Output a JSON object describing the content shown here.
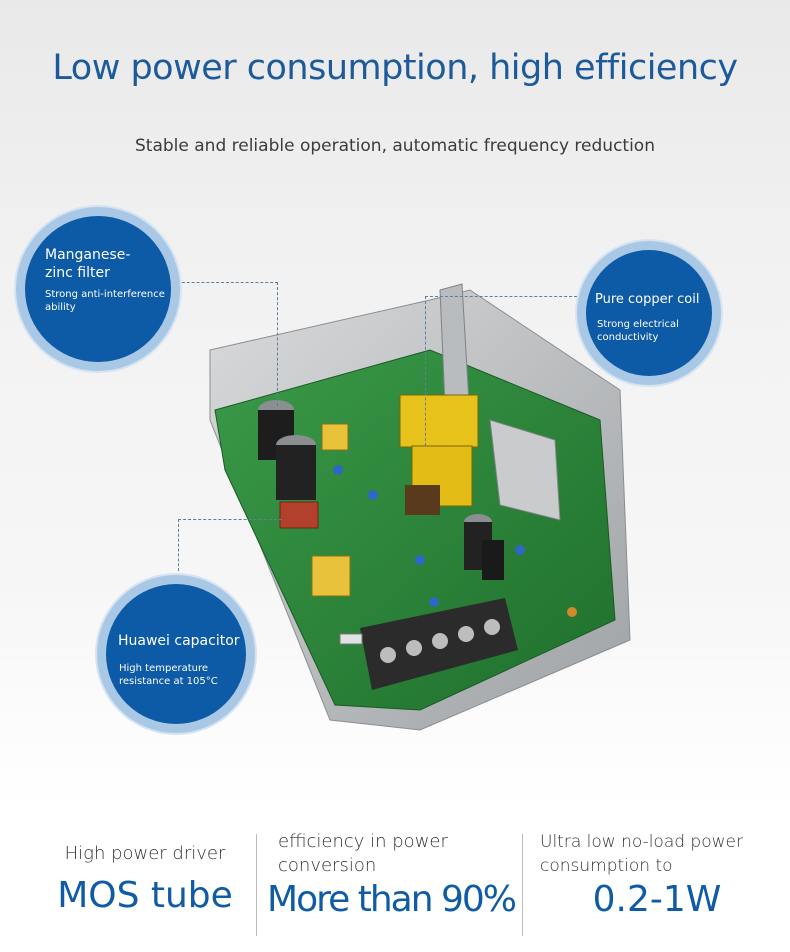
{
  "header": {
    "title": "Low power consumption, high efficiency",
    "subtitle": "Stable and reliable operation, automatic frequency reduction"
  },
  "callouts": [
    {
      "title": "Manganese-zinc filter",
      "title_line1": "Manganese-",
      "title_line2": "zinc filter",
      "desc_line1": "Strong anti-interference",
      "desc_line2": "ability"
    },
    {
      "title": "Pure copper coil",
      "desc_line1": "Strong electrical",
      "desc_line2": "conductivity"
    },
    {
      "title": "Huawei capacitor",
      "desc_line1": "High temperature",
      "desc_line2": "resistance at 105°C"
    }
  ],
  "features": [
    {
      "label_line1": "High power driver",
      "label_line2": "",
      "value": "MOS tube"
    },
    {
      "label_line1": "efficiency in power",
      "label_line2": "conversion",
      "value": "More than 90%"
    },
    {
      "label_line1": "Ultra low no-load power",
      "label_line2": "consumption to",
      "value": "0.2-1W"
    }
  ],
  "colors": {
    "accent_blue": "#0d5aa6",
    "title_blue": "#1c5a9b",
    "pcb_green": "#2f8a3c"
  }
}
